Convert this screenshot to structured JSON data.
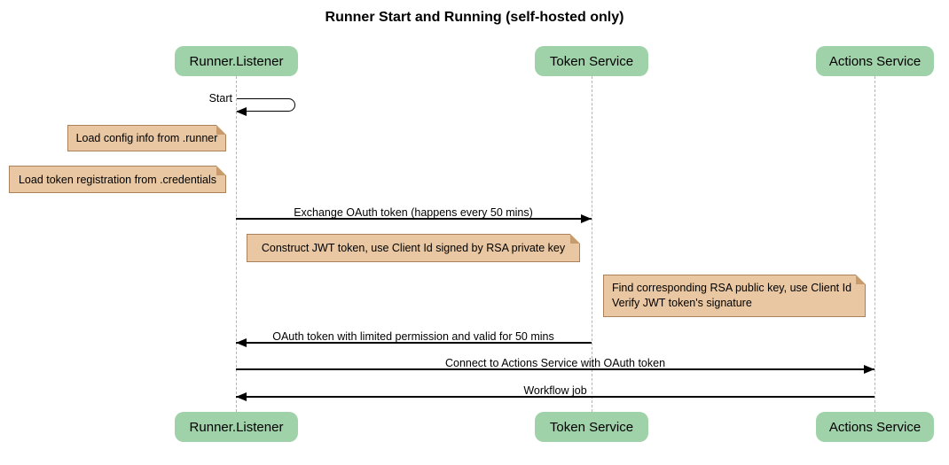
{
  "title": "Runner Start and Running (self-hosted only)",
  "participants": [
    {
      "name": "Runner.Listener"
    },
    {
      "name": "Token Service"
    },
    {
      "name": "Actions Service"
    }
  ],
  "messages": [
    {
      "label": "Start",
      "from": "Runner.Listener",
      "to": "Runner.Listener",
      "kind": "self"
    },
    {
      "label": "Exchange OAuth token (happens every 50 mins)",
      "from": "Runner.Listener",
      "to": "Token Service",
      "kind": "arrow"
    },
    {
      "label": "OAuth token with limited permission and valid for 50 mins",
      "from": "Token Service",
      "to": "Runner.Listener",
      "kind": "arrow"
    },
    {
      "label": "Connect to Actions Service with OAuth token",
      "from": "Runner.Listener",
      "to": "Actions Service",
      "kind": "arrow"
    },
    {
      "label": "Workflow job",
      "from": "Actions Service",
      "to": "Runner.Listener",
      "kind": "arrow"
    }
  ],
  "notes": [
    {
      "text": "Load config info from .runner",
      "position": "left of Runner.Listener"
    },
    {
      "text": "Load token registration from .credentials",
      "position": "left of Runner.Listener"
    },
    {
      "text": "Construct JWT token, use Client Id signed by RSA private key",
      "position": "over Runner.Listener and Token Service"
    },
    {
      "line1": "Find corresponding RSA public key, use Client Id",
      "line2": "Verify JWT token's signature",
      "position": "left of Actions Service"
    }
  ],
  "colors": {
    "participant_fill": "#a0d2aa",
    "note_fill": "#e9c7a2",
    "note_border": "#a9825b",
    "lifeline": "#b5b5b5",
    "arrow": "#000000",
    "text": "#000000",
    "background": "#ffffff"
  }
}
